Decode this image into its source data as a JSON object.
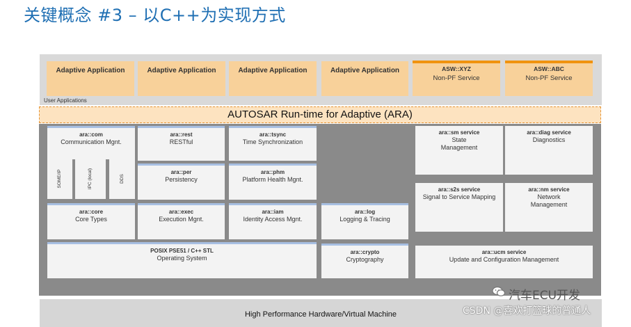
{
  "title": "关键概念 #3 – 以C++为实现方式",
  "apps": [
    {
      "label": "Adaptive Application"
    },
    {
      "label": "Adaptive Application"
    },
    {
      "label": "Adaptive Application"
    },
    {
      "label": "Adaptive Application"
    }
  ],
  "asw": [
    {
      "id": "ASW::XYZ",
      "label": "Non-PF Service"
    },
    {
      "id": "ASW::ABC",
      "label": "Non-PF Service"
    }
  ],
  "user_apps_label": "User Applications",
  "ara_label": "AUTOSAR Run-time for Adaptive (ARA)",
  "modules": {
    "com": {
      "id": "ara::com",
      "label": "Communication Mgnt."
    },
    "rest": {
      "id": "ara::rest",
      "label": "RESTful"
    },
    "tsync": {
      "id": "ara::tsync",
      "label": "Time Synchronization"
    },
    "per": {
      "id": "ara::per",
      "label": "Persistency"
    },
    "phm": {
      "id": "ara::phm",
      "label": "Platform Health Mgnt."
    },
    "core": {
      "id": "ara::core",
      "label": "Core Types"
    },
    "exec": {
      "id": "ara::exec",
      "label": "Execution Mgnt."
    },
    "iam": {
      "id": "ara::iam",
      "label": "Identity Access Mgnt."
    },
    "log": {
      "id": "ara::log",
      "label": "Logging & Tracing"
    },
    "posix": {
      "id": "POSIX PSE51 / C++ STL",
      "label": "Operating System"
    },
    "crypto": {
      "id": "ara::crypto",
      "label": "Cryptography"
    },
    "sm": {
      "id": "ara::sm service",
      "label": "State Management"
    },
    "diag": {
      "id": "ara::diag service",
      "label": "Diagnostics"
    },
    "s2s": {
      "id": "ara::s2s service",
      "label": "Signal to Service Mapping"
    },
    "nm": {
      "id": "ara::nm service",
      "label": "Network Management"
    },
    "ucm": {
      "id": "ara::ucm service",
      "label": "Update and Configuration Management"
    }
  },
  "com_bindings": [
    {
      "label": "SOME/IP"
    },
    {
      "label": "IPC (local)"
    },
    {
      "label": "DDS"
    }
  ],
  "hardware_label": "High Performance Hardware/Virtual Machine",
  "watermark": "汽车ECU开发",
  "csdn": "CSDN @喜欢打篮球的普通人"
}
